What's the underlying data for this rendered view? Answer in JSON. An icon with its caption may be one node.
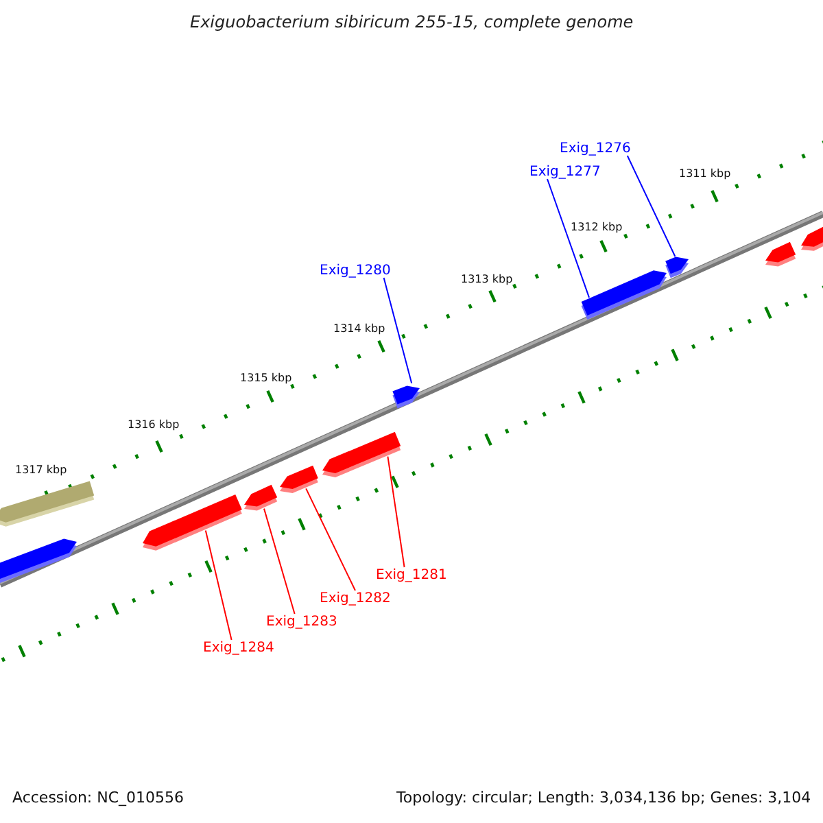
{
  "diagram": {
    "title": "Exiguobacterium sibiricum 255-15, complete genome",
    "nodes": [
      {
        "text": [
          "Exig_1276"
        ]
      },
      {
        "text": [
          "Exig_1277"
        ]
      },
      {
        "text": [
          "Exig_1280"
        ]
      },
      {
        "text": [
          "Exig_1281"
        ]
      },
      {
        "text": [
          "Exig_1282"
        ]
      },
      {
        "text": [
          "Exig_1283"
        ]
      },
      {
        "text": [
          "Exig_1284"
        ]
      },
      {
        "text": [],
        "shape": "bar"
      },
      {
        "text": [],
        "shape": "bar"
      },
      {
        "text": [],
        "shape": "bar"
      },
      {
        "text": [],
        "shape": "bar"
      },
      {
        "text": [],
        "shape": "bar"
      },
      {
        "text": [],
        "shape": "bar"
      },
      {
        "text": [],
        "shape": "bar"
      },
      {
        "text": [],
        "shape": "bar"
      },
      {
        "text": [],
        "shape": "bar"
      },
      {
        "text": [],
        "shape": "bar"
      },
      {
        "text": [],
        "shape": "bar"
      }
    ],
    "edges": [
      {
        "from": 0,
        "to": 15,
        "arrow": "none",
        "color": "#0000ff"
      },
      {
        "from": 1,
        "to": 14,
        "arrow": "none",
        "color": "#0000ff"
      },
      {
        "from": 2,
        "to": 13,
        "arrow": "none",
        "color": "#0000ff"
      },
      {
        "from": 3,
        "to": 12,
        "arrow": "none"
      },
      {
        "from": 4,
        "to": 11,
        "arrow": "none"
      },
      {
        "from": 5,
        "to": 10,
        "arrow": "none"
      },
      {
        "from": 6,
        "to": 9,
        "arrow": "none"
      }
    ],
    "labels": [
      "1311 kbp",
      "1312 kbp",
      "1313 kbp",
      "1314 kbp",
      "1315 kbp",
      "1316 kbp",
      "1317 kbp",
      "Accession: NC_010556",
      "Topology: circular; Length: 3,034,136 bp; Genes: 3,104"
    ]
  }
}
